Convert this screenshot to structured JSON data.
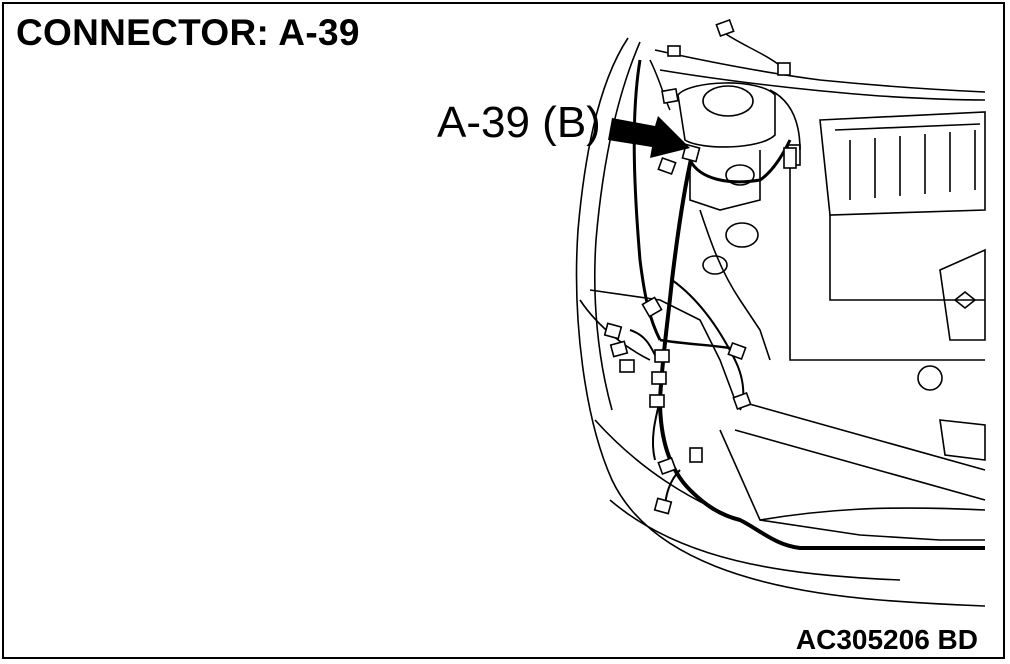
{
  "title": "CONNECTOR: A-39",
  "callout_label": "A-39 (B)",
  "figure_code": "AC305206 BD"
}
